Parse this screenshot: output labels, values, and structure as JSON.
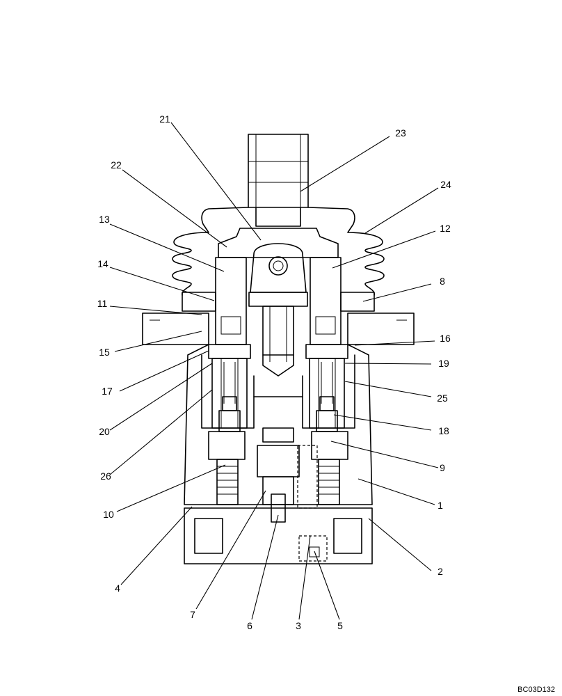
{
  "diagram": {
    "drawing_code": "BC03D132",
    "callouts": [
      {
        "id": "c1",
        "label": "1"
      },
      {
        "id": "c2",
        "label": "2"
      },
      {
        "id": "c3",
        "label": "3"
      },
      {
        "id": "c4",
        "label": "4"
      },
      {
        "id": "c5",
        "label": "5"
      },
      {
        "id": "c6",
        "label": "6"
      },
      {
        "id": "c7",
        "label": "7"
      },
      {
        "id": "c8",
        "label": "8"
      },
      {
        "id": "c9",
        "label": "9"
      },
      {
        "id": "c10",
        "label": "10"
      },
      {
        "id": "c11",
        "label": "11"
      },
      {
        "id": "c12",
        "label": "12"
      },
      {
        "id": "c13",
        "label": "13"
      },
      {
        "id": "c14",
        "label": "14"
      },
      {
        "id": "c15",
        "label": "15"
      },
      {
        "id": "c16",
        "label": "16"
      },
      {
        "id": "c17",
        "label": "17"
      },
      {
        "id": "c18",
        "label": "18"
      },
      {
        "id": "c19",
        "label": "19"
      },
      {
        "id": "c20",
        "label": "20"
      },
      {
        "id": "c21",
        "label": "21"
      },
      {
        "id": "c22",
        "label": "22"
      },
      {
        "id": "c23",
        "label": "23"
      },
      {
        "id": "c24",
        "label": "24"
      },
      {
        "id": "c25",
        "label": "25"
      },
      {
        "id": "c26",
        "label": "26"
      }
    ]
  }
}
